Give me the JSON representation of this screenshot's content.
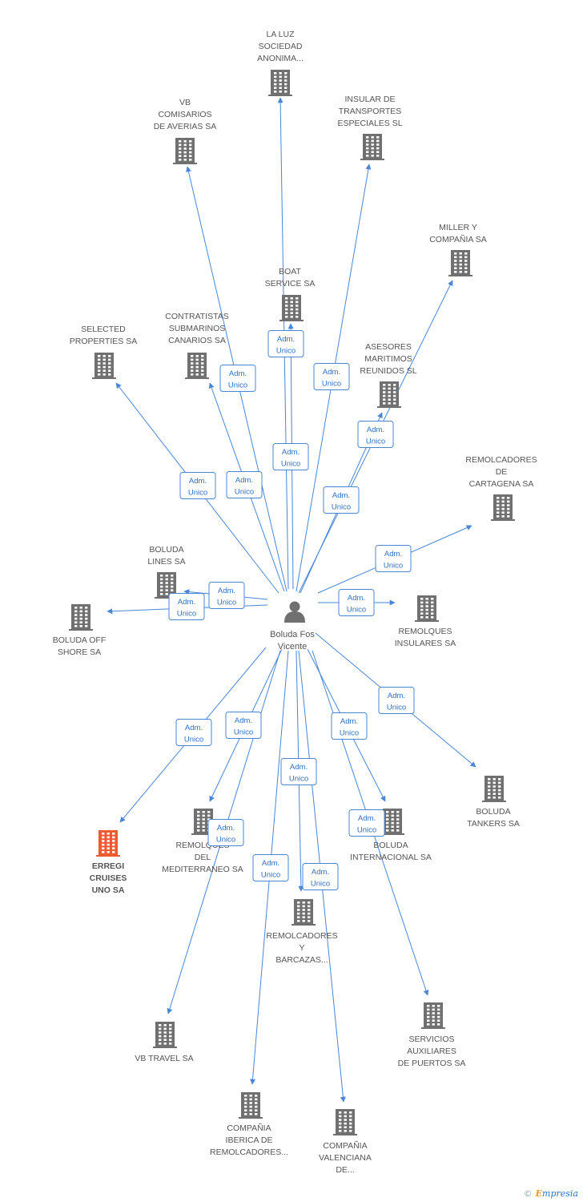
{
  "center": {
    "name_lines": [
      "Boluda Fos",
      "Vicente"
    ],
    "icon": "person-icon"
  },
  "edge_label": [
    "Adm.",
    "Unico"
  ],
  "colors": {
    "edge": "#4a86d8",
    "building": "#707070",
    "highlight": "#f05a30",
    "label": "#555555"
  },
  "nodes": [
    {
      "id": "la-luz",
      "lines": [
        "LA LUZ",
        "SOCIEDAD",
        "ANONIMA..."
      ],
      "highlight": false
    },
    {
      "id": "vb-comisarios",
      "lines": [
        "VB",
        "COMISARIOS",
        "DE AVERIAS SA"
      ],
      "highlight": false
    },
    {
      "id": "insular-transportes",
      "lines": [
        "INSULAR DE",
        "TRANSPORTES",
        "ESPECIALES SL"
      ],
      "highlight": false
    },
    {
      "id": "miller",
      "lines": [
        "MILLER Y",
        "COMPAÑIA SA"
      ],
      "highlight": false
    },
    {
      "id": "boat-service",
      "lines": [
        "BOAT",
        "SERVICE SA"
      ],
      "highlight": false
    },
    {
      "id": "contratistas",
      "lines": [
        "CONTRATISTAS",
        "SUBMARINOS",
        "CANARIOS SA"
      ],
      "highlight": false
    },
    {
      "id": "selected",
      "lines": [
        "SELECTED",
        "PROPERTIES SA"
      ],
      "highlight": false
    },
    {
      "id": "asesores",
      "lines": [
        "ASESORES",
        "MARITIMOS",
        "REUNIDOS SL"
      ],
      "highlight": false
    },
    {
      "id": "remolcadores-cartagena",
      "lines": [
        "REMOLCADORES",
        "DE",
        "CARTAGENA SA"
      ],
      "highlight": false
    },
    {
      "id": "boluda-lines",
      "lines": [
        "BOLUDA",
        "LINES SA"
      ],
      "highlight": false
    },
    {
      "id": "boluda-offshore",
      "lines": [
        "BOLUDA OFF",
        "SHORE SA"
      ],
      "highlight": false
    },
    {
      "id": "remolques-insulares",
      "lines": [
        "REMOLQUES",
        "INSULARES SA"
      ],
      "highlight": false
    },
    {
      "id": "boluda-tankers",
      "lines": [
        "BOLUDA",
        "TANKERS SA"
      ],
      "highlight": false
    },
    {
      "id": "erregi",
      "lines": [
        "ERREGI",
        "CRUISES",
        "UNO SA"
      ],
      "highlight": true
    },
    {
      "id": "remolques-mediterraneo",
      "lines": [
        "REMOLQUES",
        "DEL",
        "MEDITERRANEO SA"
      ],
      "highlight": false
    },
    {
      "id": "boluda-internacional",
      "lines": [
        "BOLUDA",
        "INTERNACIONAL SA"
      ],
      "highlight": false
    },
    {
      "id": "remolcadores-barcazas",
      "lines": [
        "REMOLCADORES",
        "Y",
        "BARCAZAS..."
      ],
      "highlight": false
    },
    {
      "id": "vb-travel",
      "lines": [
        "VB TRAVEL SA"
      ],
      "highlight": false
    },
    {
      "id": "servicios-auxiliares",
      "lines": [
        "SERVICIOS",
        "AUXILIARES",
        "DE PUERTOS SA"
      ],
      "highlight": false
    },
    {
      "id": "compania-iberica",
      "lines": [
        "COMPAÑIA",
        "IBERICA DE",
        "REMOLCADORES..."
      ],
      "highlight": false
    },
    {
      "id": "compania-valenciana",
      "lines": [
        "COMPAÑIA",
        "VALENCIANA",
        "DE..."
      ],
      "highlight": false
    }
  ],
  "credit": {
    "symbol": "©",
    "brand_initial": "E",
    "brand_rest": "mpresia"
  }
}
